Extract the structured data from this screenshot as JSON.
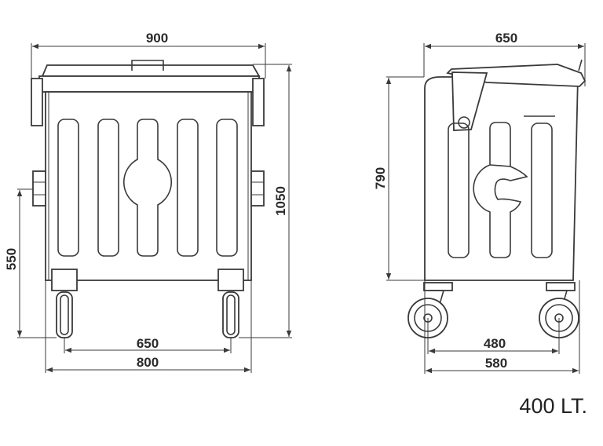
{
  "front_view": {
    "dimensions": {
      "overall_width": "900",
      "overall_height": "1050",
      "pedal_height": "550",
      "wheel_track": "650",
      "body_width": "800"
    }
  },
  "side_view": {
    "dimensions": {
      "overall_depth": "650",
      "body_height": "790",
      "wheel_base": "480",
      "body_depth": "580"
    }
  },
  "capacity_label": "400 LT."
}
